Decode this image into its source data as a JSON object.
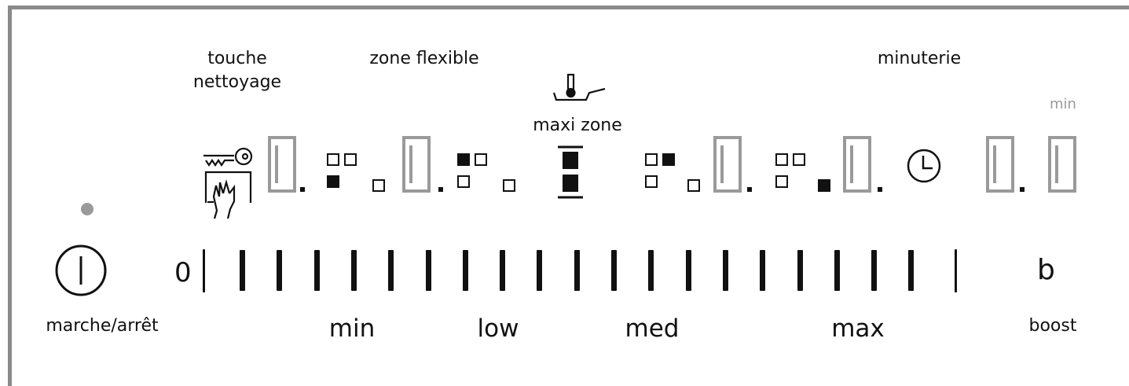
{
  "labels": {
    "cleaning_key": "touche\nnettoyage",
    "flex_zone": "zone flexible",
    "timer": "minuterie",
    "maxi_zone": "maxi zone",
    "min_unit": "min",
    "power": "marche/arrêt",
    "boost": "boost"
  },
  "slider": {
    "zero": "0",
    "boost_key": "b",
    "levels": [
      "min",
      "low",
      "med",
      "max"
    ]
  },
  "zone_indicators": [
    {
      "name": "zone-1",
      "active_squares": [
        "bottom-left"
      ]
    },
    {
      "name": "zone-2",
      "active_squares": [
        "top-left"
      ]
    },
    {
      "name": "zone-3",
      "active_squares": [
        "top-right"
      ]
    },
    {
      "name": "zone-4",
      "active_squares": [
        "bottom-right"
      ]
    }
  ],
  "colors": {
    "frame": "#8a8a8a",
    "segment_inactive": "#9a9a9a",
    "ink": "#111111",
    "power_dot": "#9a9a9a"
  }
}
